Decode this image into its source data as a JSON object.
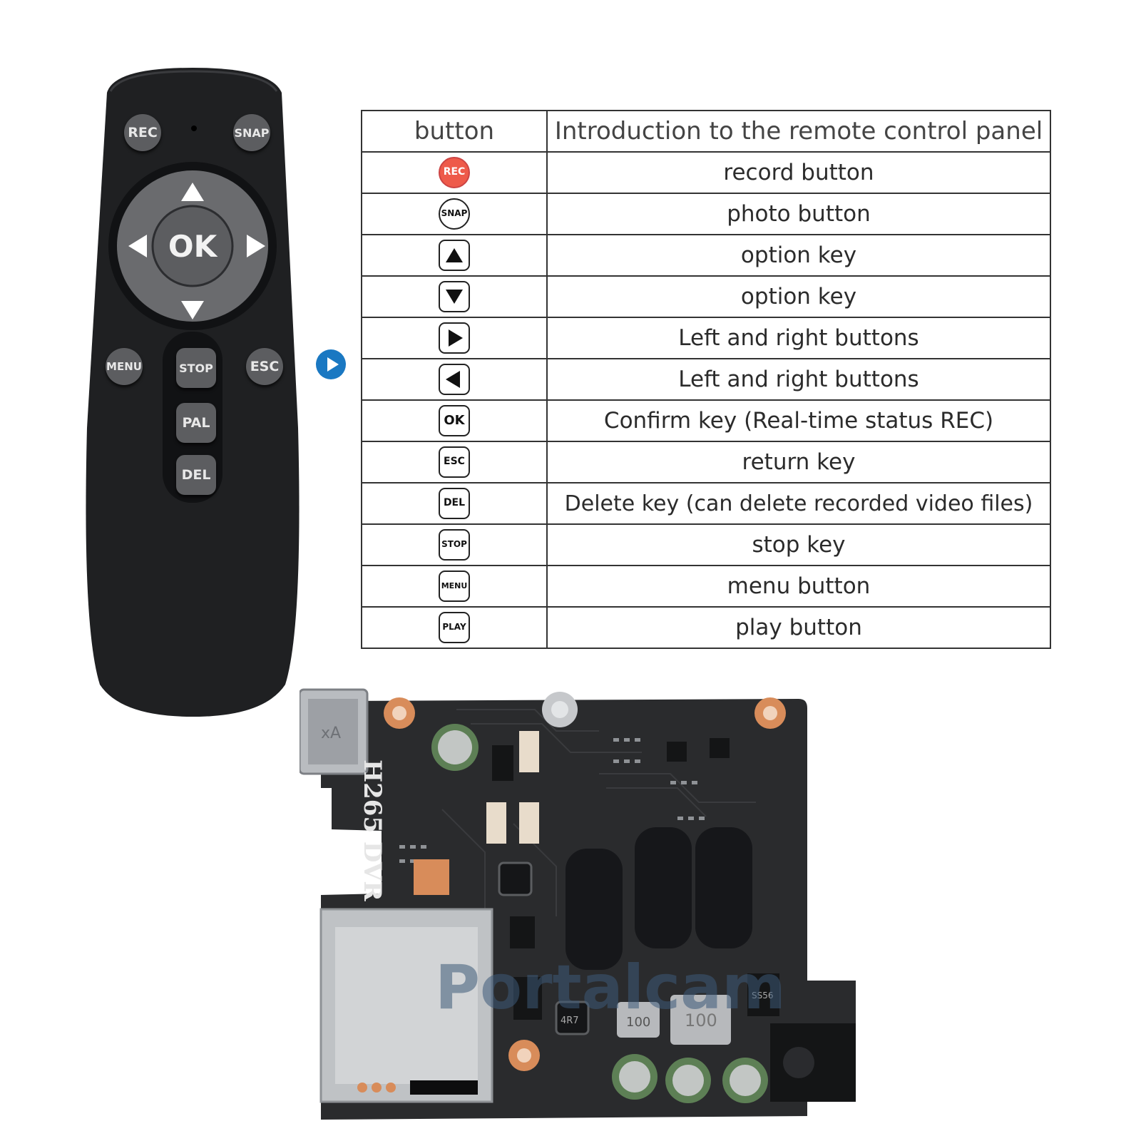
{
  "remote": {
    "buttons": {
      "rec": "REC",
      "snap": "SNAP",
      "ok": "OK",
      "menu": "MENU",
      "stop": "STOP",
      "esc": "ESC",
      "pal": "PAL",
      "del": "DEL"
    }
  },
  "table": {
    "header": {
      "col1": "button",
      "col2": "Introduction to the remote control panel"
    },
    "rows": [
      {
        "key": "REC",
        "icon": "rec-key-icon",
        "desc": "record button"
      },
      {
        "key": "SNAP",
        "icon": "snap-key-icon",
        "desc": "photo button"
      },
      {
        "key": "",
        "icon": "up-arrow-key-icon",
        "desc": "option key"
      },
      {
        "key": "",
        "icon": "down-arrow-key-icon",
        "desc": "option key"
      },
      {
        "key": "",
        "icon": "right-arrow-key-icon",
        "desc": "Left and right buttons"
      },
      {
        "key": "",
        "icon": "left-arrow-key-icon",
        "desc": "Left and right buttons"
      },
      {
        "key": "OK",
        "icon": "ok-key-icon",
        "desc": "Confirm key (Real-time status REC)"
      },
      {
        "key": "ESC",
        "icon": "esc-key-icon",
        "desc": "return key"
      },
      {
        "key": "DEL",
        "icon": "del-key-icon",
        "desc": "Delete key (can delete recorded video files)"
      },
      {
        "key": "STOP",
        "icon": "stop-key-icon",
        "desc": "stop key"
      },
      {
        "key": "MENU",
        "icon": "menu-key-icon",
        "desc": "menu button"
      },
      {
        "key": "PLAY",
        "icon": "play-key-icon",
        "desc": "play button"
      }
    ]
  },
  "board": {
    "silkscreen": "H265 DVR",
    "labels": {
      "cap_a": "100",
      "cap_b": "100",
      "inductor": "4R7",
      "diode": "SS56",
      "connector": "xA"
    },
    "watermark": "Portalcam"
  },
  "colors": {
    "remote_body": "#1f2022",
    "remote_button": "#5c5d60",
    "rec_icon": "#ee5a4a",
    "marker": "#1a78c2",
    "pcb": "#2a2b2d"
  }
}
